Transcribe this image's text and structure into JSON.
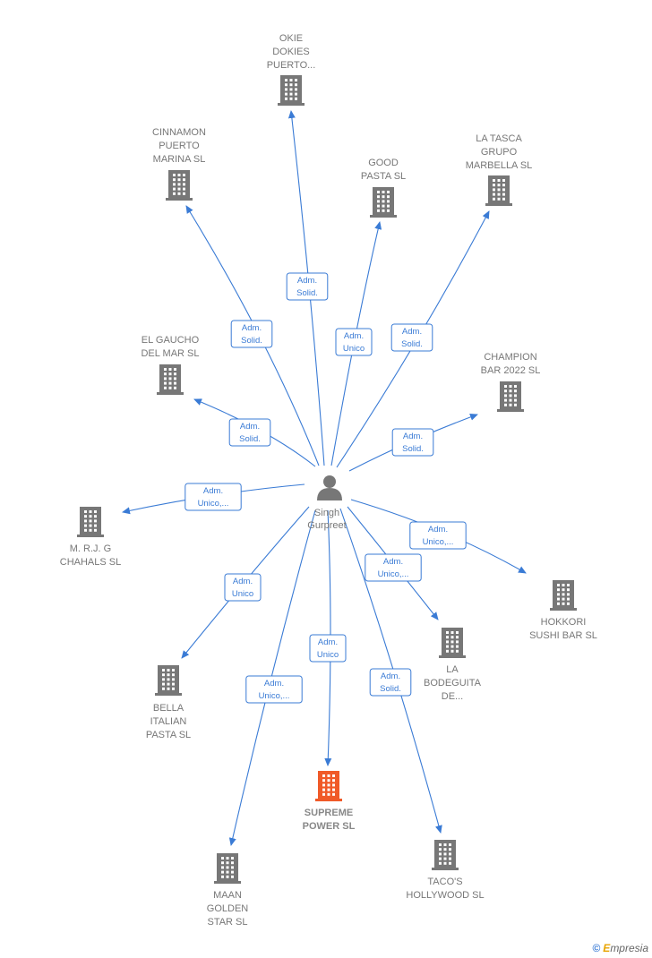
{
  "center": {
    "id": "singh",
    "label": [
      "Singh",
      "Gurpreet"
    ]
  },
  "nodes": [
    {
      "id": "okie",
      "label": [
        "OKIE",
        "DOKIES",
        "PUERTO..."
      ],
      "highlight": false
    },
    {
      "id": "cinnamon",
      "label": [
        "CINNAMON",
        "PUERTO",
        "MARINA  SL"
      ],
      "highlight": false
    },
    {
      "id": "good",
      "label": [
        "GOOD",
        "PASTA  SL"
      ],
      "highlight": false
    },
    {
      "id": "latasca",
      "label": [
        "LA TASCA",
        "GRUPO",
        "MARBELLA  SL"
      ],
      "highlight": false
    },
    {
      "id": "gaucho",
      "label": [
        "EL GAUCHO",
        "DEL MAR  SL"
      ],
      "highlight": false
    },
    {
      "id": "champion",
      "label": [
        "CHAMPION",
        "BAR 2022  SL"
      ],
      "highlight": false
    },
    {
      "id": "mrj",
      "label": [
        "M. R.J. G",
        "CHAHALS  SL"
      ],
      "highlight": false
    },
    {
      "id": "hokkori",
      "label": [
        "HOKKORI",
        "SUSHI BAR  SL"
      ],
      "highlight": false
    },
    {
      "id": "bodeguita",
      "label": [
        "LA",
        "BODEGUITA",
        "DE..."
      ],
      "highlight": false
    },
    {
      "id": "bella",
      "label": [
        "BELLA",
        "ITALIAN",
        "PASTA  SL"
      ],
      "highlight": false
    },
    {
      "id": "supreme",
      "label": [
        "SUPREME",
        "POWER  SL"
      ],
      "highlight": true
    },
    {
      "id": "tacos",
      "label": [
        "TACO'S",
        "HOLLYWOOD SL"
      ],
      "highlight": false
    },
    {
      "id": "maan",
      "label": [
        "MAAN",
        "GOLDEN",
        "STAR  SL"
      ],
      "highlight": false
    }
  ],
  "edges": [
    {
      "to": "okie",
      "label": [
        "Adm.",
        "Solid."
      ]
    },
    {
      "to": "cinnamon",
      "label": [
        "Adm.",
        "Solid."
      ]
    },
    {
      "to": "good",
      "label": [
        "Adm.",
        "Unico"
      ]
    },
    {
      "to": "latasca",
      "label": [
        "Adm.",
        "Solid."
      ]
    },
    {
      "to": "gaucho",
      "label": [
        "Adm.",
        "Solid."
      ]
    },
    {
      "to": "champion",
      "label": [
        "Adm.",
        "Solid."
      ]
    },
    {
      "to": "mrj",
      "label": [
        "Adm.",
        "Unico,..."
      ]
    },
    {
      "to": "hokkori",
      "label": [
        "Adm.",
        "Unico,..."
      ]
    },
    {
      "to": "bodeguita",
      "label": [
        "Adm.",
        "Unico,..."
      ]
    },
    {
      "to": "bella",
      "label": [
        "Adm.",
        "Unico"
      ]
    },
    {
      "to": "supreme",
      "label": [
        "Adm.",
        "Unico"
      ]
    },
    {
      "to": "tacos",
      "label": [
        "Adm.",
        "Solid."
      ]
    },
    {
      "to": "maan",
      "label": [
        "Adm.",
        "Unico,..."
      ]
    }
  ],
  "colors": {
    "edge": "#3a7bd5",
    "building": "#777777",
    "building_highlight": "#f05a28",
    "person": "#777777"
  },
  "footer": {
    "copyright": "©",
    "brand_first": "E",
    "brand_rest": "mpresia"
  }
}
